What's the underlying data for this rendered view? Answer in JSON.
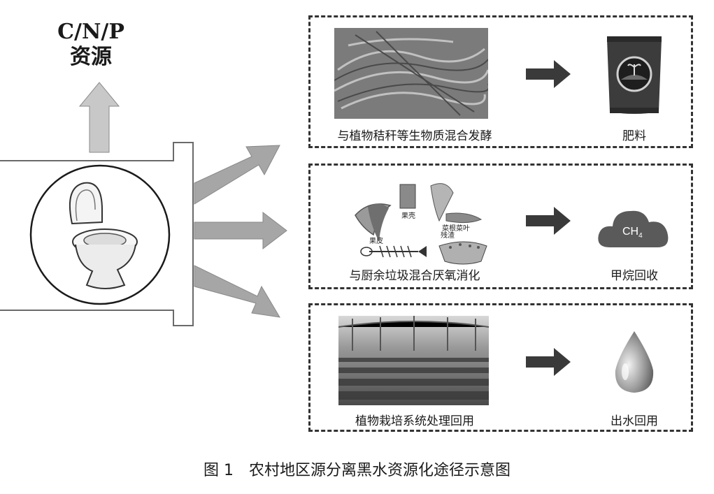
{
  "resource": {
    "line1": "C/N/P",
    "line2": "资源"
  },
  "routes": [
    {
      "process": "与植物秸秆等生物质混合发酵",
      "product": "肥料"
    },
    {
      "process": "与厨余垃圾混合厌氧消化",
      "product": "甲烷回收",
      "product_icon_text": "CH",
      "product_icon_sub": "4",
      "waste_labels": [
        "果壳",
        "菜根菜叶",
        "果皮",
        "残渣"
      ]
    },
    {
      "process": "植物栽培系统处理回用",
      "product": "出水回用"
    }
  ],
  "figure_caption": "图 1　农村地区源分离黑水资源化途径示意图",
  "colors": {
    "arrow_gray": "#b3b3b3",
    "arrow_dark": "#3a3a3a",
    "border": "#333333"
  }
}
